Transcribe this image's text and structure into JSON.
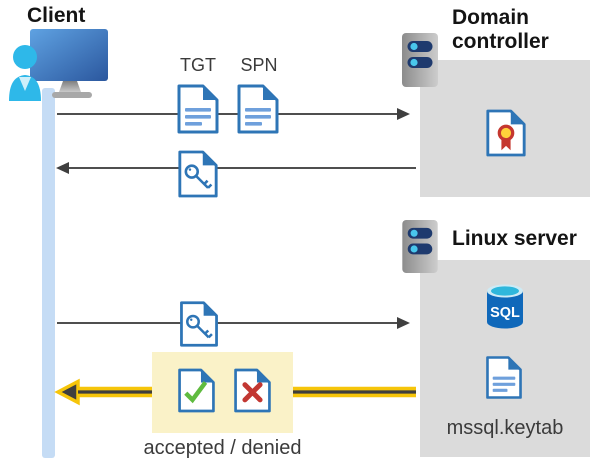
{
  "client": {
    "label": "Client"
  },
  "domain_controller": {
    "label": "Domain controller"
  },
  "linux_server": {
    "label": "Linux server",
    "sql_label": "SQL",
    "keytab_label": "mssql.keytab"
  },
  "messages": {
    "tgt_label": "TGT",
    "spn_label": "SPN",
    "result_label": "accepted / denied"
  },
  "icons": {
    "client": "person-with-monitor-icon",
    "domain_controller": "server-icon",
    "linux_server": "server-icon",
    "certificate": "certificate-document-icon",
    "tgt": "document-icon",
    "spn": "document-icon",
    "service_ticket": "key-document-icon",
    "sql": "sql-database-cylinder-icon",
    "keytab": "document-icon",
    "accepted": "check-document-icon",
    "denied": "cross-document-icon"
  },
  "colors": {
    "doc_blue": "#2E75B6",
    "doc_line_blue": "#6FA0DC",
    "lifeline_blue": "#C5DCF5",
    "box_gray": "#DBDBDB",
    "arrow_gray": "#4F4F4F",
    "highlight_yellow": "#FAF2C8",
    "arrow_yellow": "#F6C50A",
    "check_green": "#5FBB3F",
    "cross_red": "#C23732",
    "sql_blue": "#0F68BA",
    "cyan": "#2FB7DC",
    "server_pill_navy": "#1E3A6E",
    "person_cyan": "#2EB8E9"
  }
}
